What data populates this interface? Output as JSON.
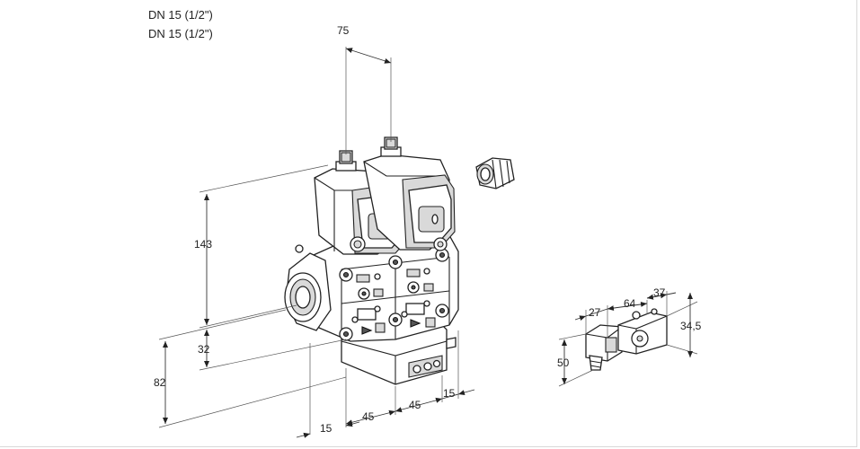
{
  "title_lines": [
    "DN 15 (1/2\")",
    "DN 15 (1/2\")"
  ],
  "dimensions": {
    "top_spacing": "75",
    "height_total": "143",
    "flange_height": "32",
    "base_height": "82",
    "bottom_15_left": "15",
    "bottom_45_left": "45",
    "bottom_45_right": "45",
    "bottom_15_right": "15"
  },
  "detail_dimensions": {
    "d27": "27",
    "d64": "64",
    "d37": "37",
    "d34_5": "34,5",
    "d50": "50"
  }
}
